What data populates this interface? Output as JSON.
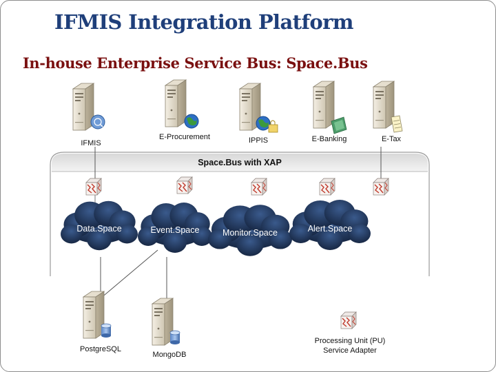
{
  "title": "IFMIS Integration Platform",
  "subtitle": "In-house Enterprise Service Bus: Space.Bus",
  "bus": {
    "label": "Space.Bus with XAP"
  },
  "servers_top": [
    {
      "id": "ifmis",
      "label": "IFMIS",
      "icon": "globe-search-icon"
    },
    {
      "id": "eprocurement",
      "label": "E-Procurement",
      "icon": "globe-icon"
    },
    {
      "id": "ippis",
      "label": "IPPIS",
      "icon": "globe-lock-icon"
    },
    {
      "id": "ebanking",
      "label": "E-Banking",
      "icon": "cash-icon"
    },
    {
      "id": "etax",
      "label": "E-Tax",
      "icon": "document-icon"
    }
  ],
  "spaces": [
    {
      "id": "dataspace",
      "label": "Data.Space"
    },
    {
      "id": "eventspace",
      "label": "Event.Space"
    },
    {
      "id": "monitorspace",
      "label": "Monitor.Space"
    },
    {
      "id": "alertspace",
      "label": "Alert.Space"
    }
  ],
  "databases": [
    {
      "id": "postgresql",
      "label": "PostgreSQL"
    },
    {
      "id": "mongodb",
      "label": "MongoDB"
    }
  ],
  "legend": {
    "line1": "Processing Unit (PU)",
    "line2": "Service Adapter"
  },
  "colors": {
    "title": "#1f3f7a",
    "subtitle": "#7a1010",
    "cloud": "#1d2f52",
    "adapter": "#c0392b",
    "server": "#d9d1c0"
  }
}
